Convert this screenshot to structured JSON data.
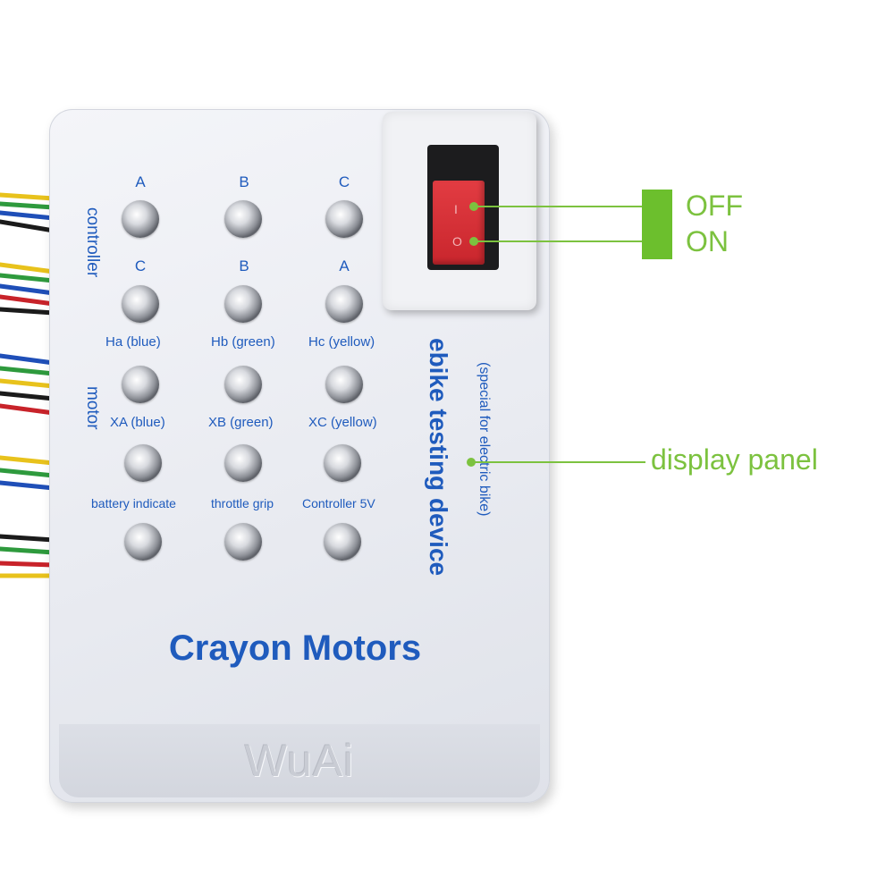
{
  "device": {
    "brand": "Crayon Motors",
    "maker_mark": "WuAi",
    "title": "ebike testing device",
    "subtitle": "(special for electric bike)",
    "section_controller": "controller",
    "section_motor": "motor"
  },
  "rows": {
    "controller_letters": [
      "A",
      "B",
      "C"
    ],
    "motor_letters": [
      "C",
      "B",
      "A"
    ],
    "hall_labels": [
      "Ha (blue)",
      "Hb (green)",
      "Hc (yellow)"
    ],
    "phase_labels": [
      "XA (blue)",
      "XB (green)",
      "XC (yellow)"
    ],
    "power_labels": [
      "battery indicate",
      "throttle grip",
      "Controller 5V"
    ]
  },
  "switch": {
    "mark_off": "I",
    "mark_on": "O"
  },
  "annotations": {
    "off": "OFF",
    "on": "ON",
    "display_panel": "display panel"
  },
  "colors": {
    "text_blue": "#1f5bbd",
    "annotation_green": "#7cc23f",
    "rocker_red": "#d42f36",
    "wire_colors": [
      "#e8c21c",
      "#2e9a3d",
      "#1f4fb8",
      "#1b1b1b",
      "#c8232a"
    ]
  },
  "icons": [
    "led-indicator-icon",
    "rocker-switch-icon",
    "wire-harness-icon"
  ]
}
